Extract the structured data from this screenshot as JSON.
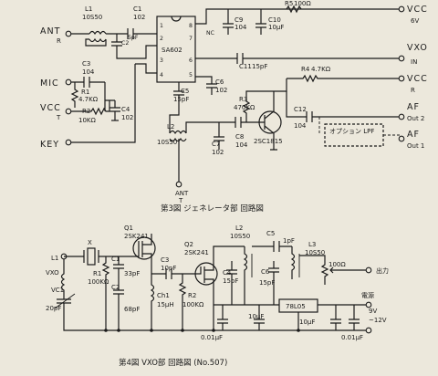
{
  "fig3": {
    "caption": "第3図 ジェネレータ部 回路図",
    "ic": {
      "name": "SA602"
    },
    "ports": {
      "ant_r_1": "ANT",
      "ant_r_2": "R",
      "mic": "MIC",
      "vcct_1": "VCC",
      "vcct_2": "T",
      "key": "KEY",
      "vcc6_1": "VCC",
      "vcc6_2": "6V",
      "vxo_1": "VXO",
      "vxo_2": "IN",
      "vccr_1": "VCC",
      "vccr_2": "R",
      "af2_1": "AF",
      "af2_2": "Out 2",
      "af1_1": "AF",
      "af1_2": "Out 1",
      "ant_bottom_1": "ANT",
      "ant_bottom_2": "T"
    },
    "labels": {
      "l1": "L1",
      "l1_part": "10S50",
      "c1": "C1",
      "c1_val": "102",
      "c2": "C2",
      "c2_val": "5pF",
      "c3": "C3",
      "c3_val": "104",
      "r1": "R1",
      "r1_val": "4.7KΩ",
      "r2": "R2",
      "r2_val": "10KΩ",
      "c4": "C4",
      "c4_val": "102",
      "c9": "C9",
      "c9_val": "104",
      "c10": "C10",
      "c10_val": "10μF",
      "r5": "R5",
      "r5_val": "100Ω",
      "nc": "NC",
      "c11": "C11",
      "c11_val": "15pF",
      "r4": "R4",
      "r4_val": "4.7KΩ",
      "c5": "C5",
      "c5_val": "15pF",
      "c6": "C6",
      "c6_val": "102",
      "r3": "R3",
      "r3_val": "470KΩ",
      "l2": "L2",
      "l2_part": "10S50",
      "c7": "C7",
      "c7_val": "102",
      "c8": "C8",
      "c8_val": "104",
      "tr": "2SC1815",
      "c12": "C12",
      "c12_val": "104",
      "lpf": "オプション LPF"
    }
  },
  "fig4": {
    "caption": "第4図 VXO部 回路図 (No.507)",
    "ports": {
      "vxo": "VXO",
      "out": "出力",
      "power_1": "電源",
      "power_2": "9V",
      "power_3": "~12V"
    },
    "labels": {
      "l1": "L1",
      "x": "X",
      "r1": "R1",
      "r1_val": "100KΩ",
      "vc1": "VC1",
      "vc1_val": "20pF",
      "c1": "C1",
      "c1_val": "33pF",
      "c2": "C2",
      "c2_val": "68pF",
      "q1": "Q1",
      "q1_part": "2SK241",
      "c3": "C3",
      "c3_val": "10pF",
      "ch1": "Ch1",
      "ch1_val": "15μH",
      "q2": "Q2",
      "q2_part": "2SK241",
      "r2": "R2",
      "r2_val": "100KΩ",
      "l2": "L2",
      "l2_part": "10S50",
      "c4": "C4",
      "c4_val": "15pF",
      "c5": "C5",
      "c5_val": "1pF",
      "c6": "C6",
      "c6_val": "15pF",
      "l3": "L3",
      "l3_part": "10S50",
      "pot": "100Ω",
      "reg": "78L05",
      "c7": "10μF",
      "c8": "10μF",
      "c9": "0.01μF",
      "c10": "0.01μF"
    }
  }
}
